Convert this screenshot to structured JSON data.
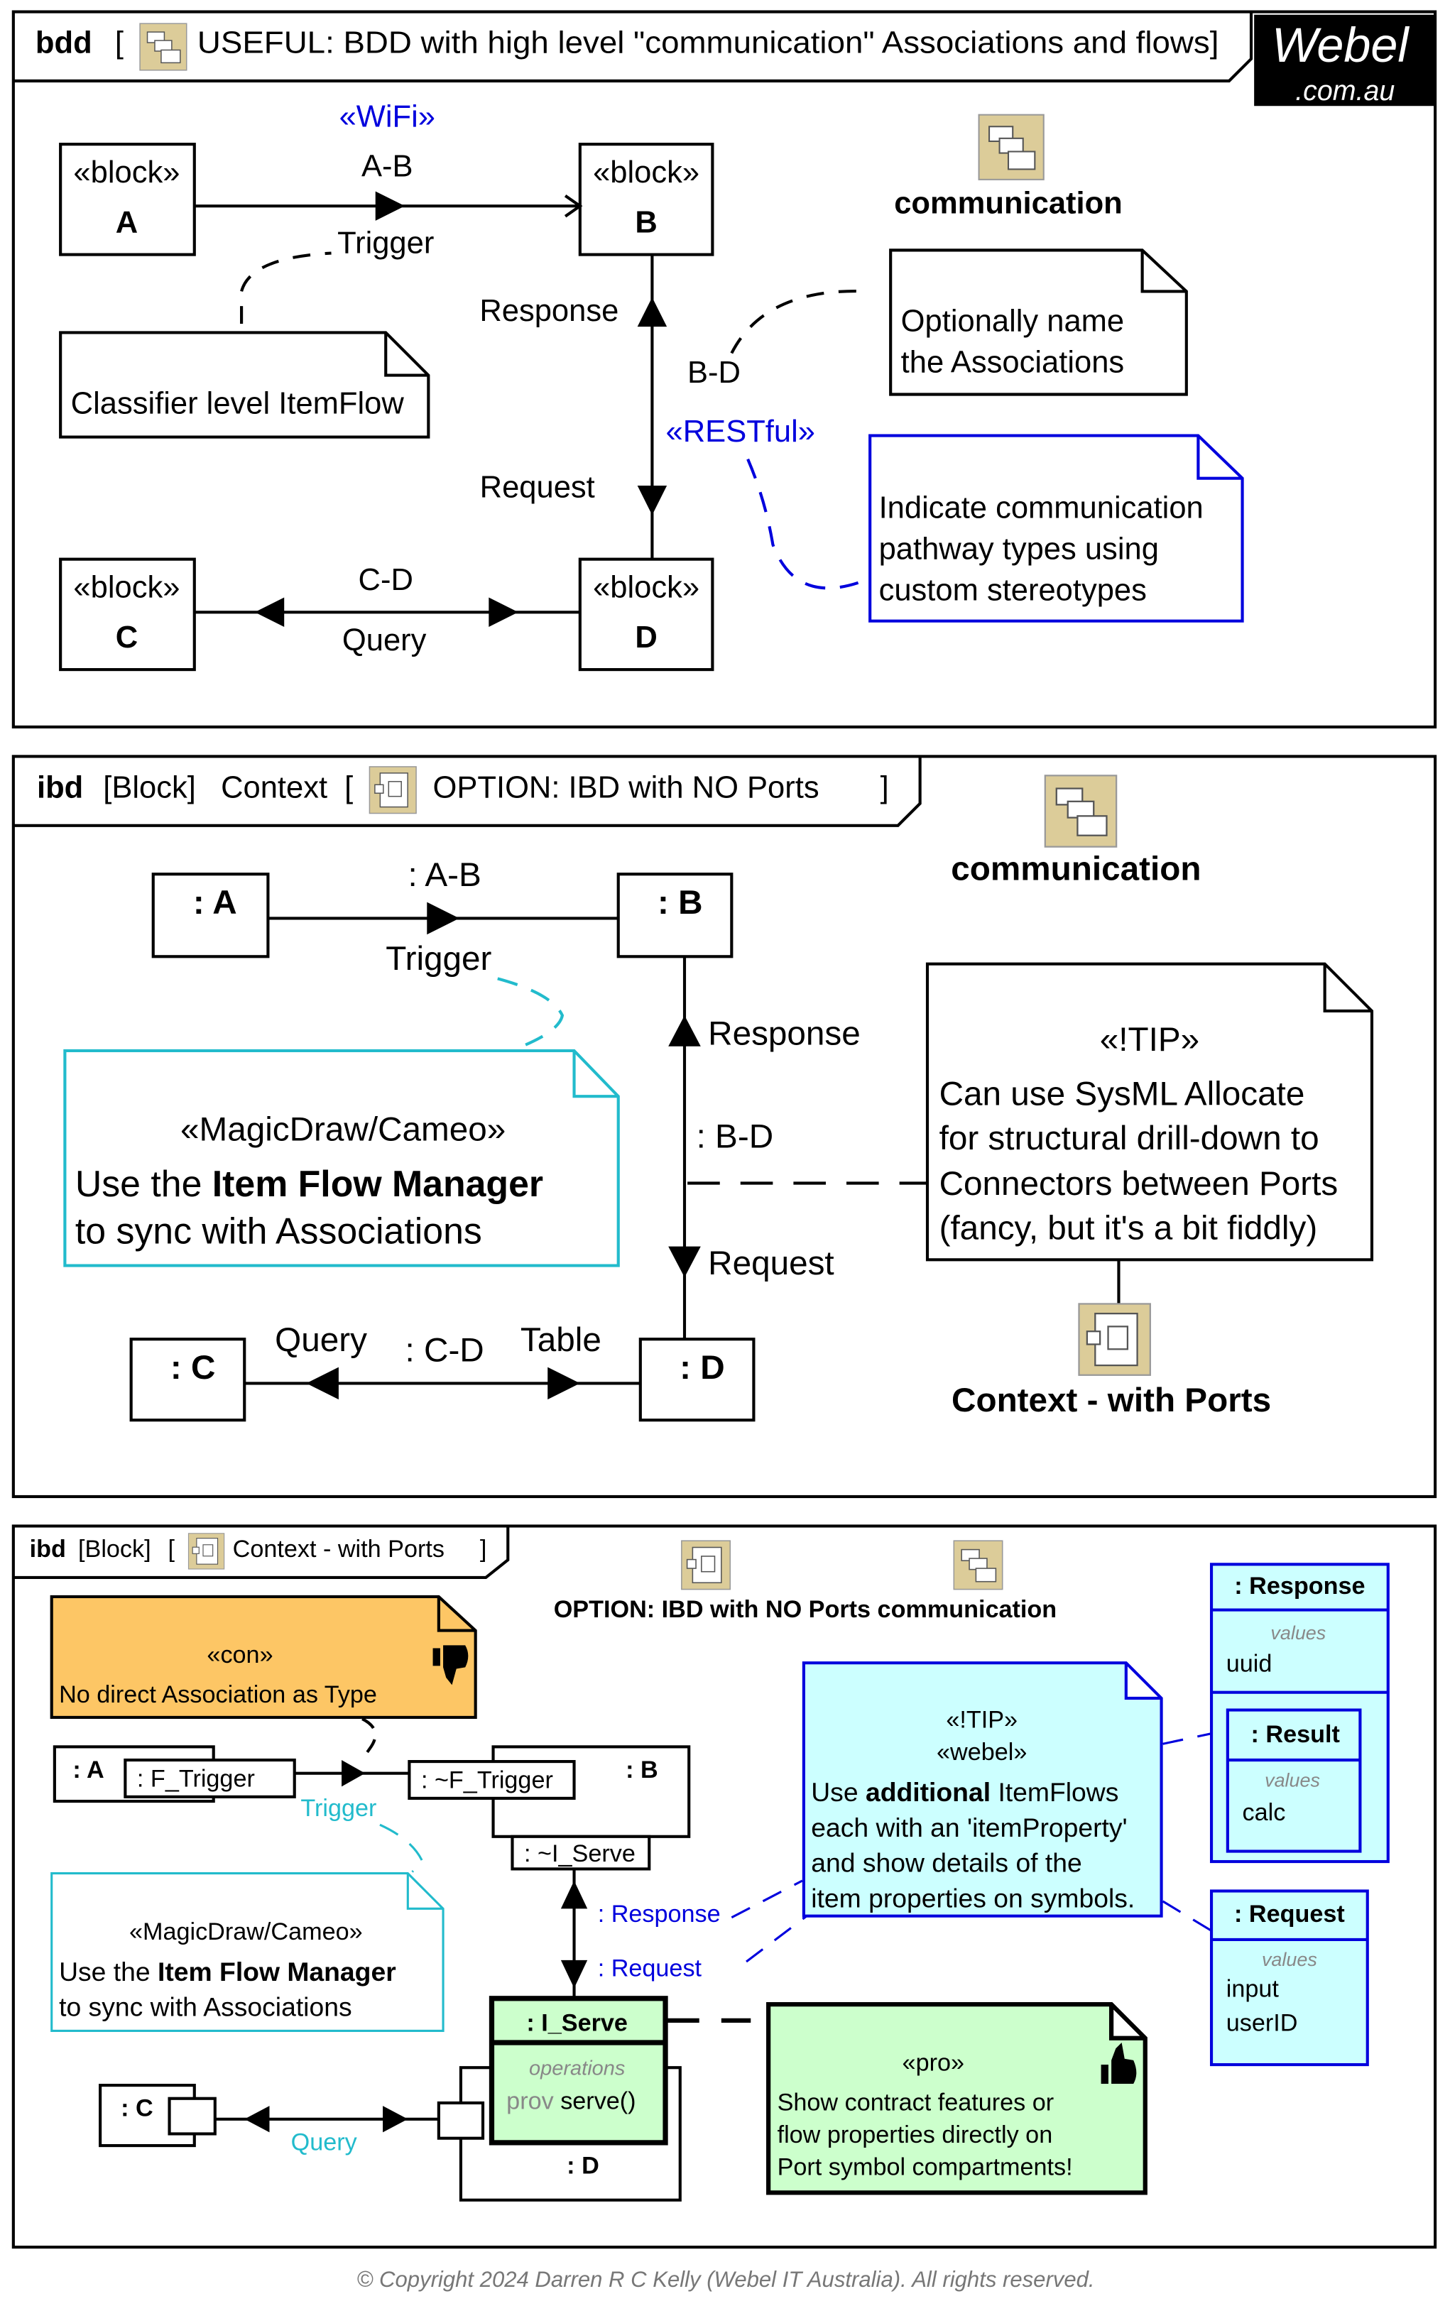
{
  "colors": {
    "stereotype_blue": "#0000dd",
    "itemflow_cyan": "#22bbcc",
    "con_note": "#fdc665",
    "pro_note": "#ccffcc",
    "tip_note": "#ccffff",
    "port_green": "#ccffcc"
  },
  "logo": {
    "text": "Webel",
    "sub": ".com.au"
  },
  "bdd": {
    "kind": "bdd",
    "open": "[",
    "title": "USEFUL: BDD with high level \"communication\" Associations and flows]",
    "icon": "package-diagram-icon",
    "blocks": [
      {
        "stereo": "«block»",
        "name": "A"
      },
      {
        "stereo": "«block»",
        "name": "B"
      },
      {
        "stereo": "«block»",
        "name": "C"
      },
      {
        "stereo": "«block»",
        "name": "D"
      }
    ],
    "wifi": "«WiFi»",
    "ab": "A-B",
    "trigger": "Trigger",
    "response": "Response",
    "request": "Request",
    "bd": "B-D",
    "restful": "«RESTful»",
    "cd": "C-D",
    "query": "Query",
    "communication": "communication",
    "note_classifier": "Classifier level ItemFlow",
    "note_name": [
      "Optionally name",
      "the Associations"
    ],
    "note_stereo": [
      "Indicate communication",
      "pathway types using",
      "custom stereotypes"
    ]
  },
  "ibd1": {
    "kind": "ibd",
    "ctx": "[Block]",
    "name": "Context",
    "open": "[",
    "title": "OPTION: IBD with NO Ports",
    "close": "]",
    "a": ": A",
    "b": ": B",
    "c": ": C",
    "d": ": D",
    "ab": ": A-B",
    "trigger": "Trigger",
    "response": "Response",
    "bd": ": B-D",
    "request": "Request",
    "query": "Query",
    "cd": ": C-D",
    "table": "Table",
    "communication": "communication",
    "context_with_ports": "Context - with Ports",
    "note_md": {
      "stereo": "«MagicDraw/Cameo»",
      "l1a": "Use the ",
      "l1b": "Item Flow Manager",
      "l2": "to sync with Associations"
    },
    "note_tip": {
      "stereo": "«!TIP»",
      "lines": [
        "Can use SysML Allocate",
        "for structural drill-down to",
        "Connectors between Ports",
        "(fancy, but it's a bit fiddly)"
      ]
    }
  },
  "ibd2": {
    "kind": "ibd",
    "ctx": "[Block]",
    "open": "[",
    "title": "Context - with Ports",
    "close": "]",
    "heading": "OPTION: IBD with NO Ports communication",
    "con": {
      "stereo": "«con»",
      "text": "No direct Association as Type",
      "icon": "thumbs-down-icon"
    },
    "a": ": A",
    "f_trigger": ": F_Trigger",
    "nf_trigger": ": ~F_Trigger",
    "b": ": B",
    "ni_serve": ": ~I_Serve",
    "trigger": "Trigger",
    "note_md": {
      "stereo": "«MagicDraw/Cameo»",
      "l1a": "Use the ",
      "l1b": "Item Flow Manager",
      "l2": "to sync with Associations"
    },
    "response": ": Response",
    "request": ": Request",
    "i_serve": {
      "name": ": I_Serve",
      "compartment": "operations",
      "prefix": "prov",
      "op": " serve()"
    },
    "d": ": D",
    "c": ": C",
    "query": "Query",
    "tip": {
      "s1": "«!TIP»",
      "s2": "«webel»",
      "l1a": "Use ",
      "l1b": "additional",
      "l1c": " ItemFlows",
      "l2": "each with an 'itemProperty'",
      "l3": "and show details of the",
      "l4": "item properties on symbols."
    },
    "pro": {
      "stereo": "«pro»",
      "lines": [
        "Show contract features or",
        "flow properties directly on",
        "Port symbol compartments!"
      ],
      "icon": "thumbs-up-icon"
    },
    "response_block": {
      "name": ": Response",
      "compartment": "values",
      "values": [
        "uuid"
      ]
    },
    "result_block": {
      "name": ": Result",
      "compartment": "values",
      "values": [
        "calc"
      ]
    },
    "request_block": {
      "name": ": Request",
      "compartment": "values",
      "values": [
        "input",
        "userID"
      ]
    }
  },
  "copyright": "© Copyright 2024 Darren R C Kelly (Webel IT Australia). All rights reserved."
}
